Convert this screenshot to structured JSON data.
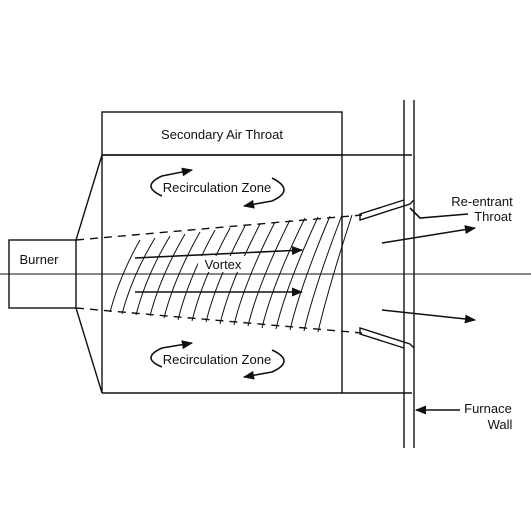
{
  "diagram": {
    "labels": {
      "secondary_air_throat": "Secondary Air Throat",
      "recirculation_zone_top": "Recirculation Zone",
      "recirculation_zone_bottom": "Recirculation Zone",
      "burner": "Burner",
      "vortex": "Vortex",
      "re_entrant_line1": "Re-entrant",
      "re_entrant_line2": "Throat",
      "furnace_wall_line1": "Furnace",
      "furnace_wall_line2": "Wall"
    },
    "colors": {
      "ink": "#111111",
      "background": "#ffffff"
    }
  }
}
